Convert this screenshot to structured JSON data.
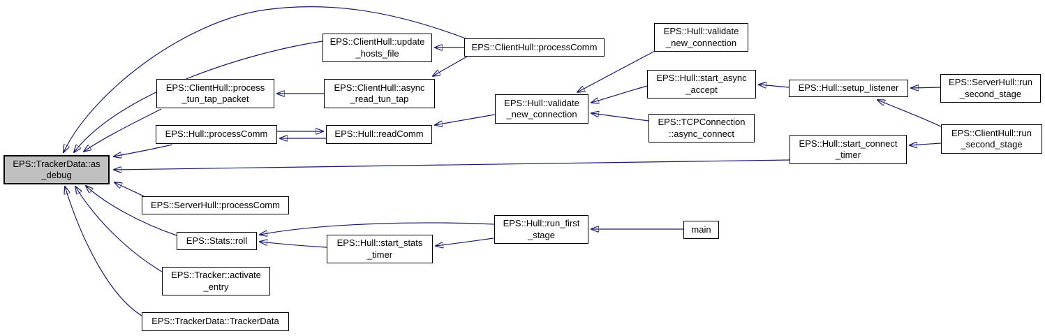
{
  "diagram": {
    "kind": "doxygen-caller-graph",
    "root_function": "EPS::TrackerData::as_debug",
    "colors": {
      "background": "#ffffff",
      "edge": "#191970",
      "node_fill": "#ffffff",
      "node_border": "#000000",
      "root_node_fill": "#c0c0c0"
    },
    "nodes": [
      {
        "id": "as_debug",
        "label": "EPS::TrackerData::as\n_debug"
      },
      {
        "id": "clienthull_update_hosts_file",
        "label": "EPS::ClientHull::update\n_hosts_file"
      },
      {
        "id": "clienthull_processcomm",
        "label": "EPS::ClientHull::processComm"
      },
      {
        "id": "clienthull_process_tun_tap_packet",
        "label": "EPS::ClientHull::process\n_tun_tap_packet"
      },
      {
        "id": "clienthull_async_read_tun_tap",
        "label": "EPS::ClientHull::async\n_read_tun_tap"
      },
      {
        "id": "hull_processcomm",
        "label": "EPS::Hull::processComm"
      },
      {
        "id": "hull_readcomm",
        "label": "EPS::Hull::readComm"
      },
      {
        "id": "hull_validate_new_connection_lower",
        "label": "EPS::Hull::validate\n_new_connection"
      },
      {
        "id": "hull_validate_new_connection_upper",
        "label": "EPS::Hull::validate\n_new_connection"
      },
      {
        "id": "hull_start_async_accept",
        "label": "EPS::Hull::start_async\n_accept"
      },
      {
        "id": "tcpconnection_async_connect",
        "label": "EPS::TCPConnection\n::async_connect"
      },
      {
        "id": "hull_setup_listener",
        "label": "EPS::Hull::setup_listener"
      },
      {
        "id": "serverhull_run_second_stage",
        "label": "EPS::ServerHull::run\n_second_stage"
      },
      {
        "id": "clienthull_run_second_stage",
        "label": "EPS::ClientHull::run\n_second_stage"
      },
      {
        "id": "hull_start_connect_timer",
        "label": "EPS::Hull::start_connect\n_timer"
      },
      {
        "id": "serverhull_processcomm",
        "label": "EPS::ServerHull::processComm"
      },
      {
        "id": "stats_roll",
        "label": "EPS::Stats::roll"
      },
      {
        "id": "tracker_activate_entry",
        "label": "EPS::Tracker::activate\n_entry"
      },
      {
        "id": "trackerdata_trackerdata",
        "label": "EPS::TrackerData::TrackerData"
      },
      {
        "id": "hull_start_stats_timer",
        "label": "EPS::Hull::start_stats\n_timer"
      },
      {
        "id": "hull_run_first_stage",
        "label": "EPS::Hull::run_first\n_stage"
      },
      {
        "id": "main",
        "label": "main"
      }
    ],
    "edges": [
      {
        "from": "clienthull_processcomm",
        "to": "as_debug"
      },
      {
        "from": "clienthull_update_hosts_file",
        "to": "as_debug"
      },
      {
        "from": "clienthull_process_tun_tap_packet",
        "to": "as_debug"
      },
      {
        "from": "hull_processcomm",
        "to": "as_debug"
      },
      {
        "from": "hull_start_connect_timer",
        "to": "as_debug"
      },
      {
        "from": "serverhull_processcomm",
        "to": "as_debug"
      },
      {
        "from": "stats_roll",
        "to": "as_debug"
      },
      {
        "from": "tracker_activate_entry",
        "to": "as_debug"
      },
      {
        "from": "trackerdata_trackerdata",
        "to": "as_debug"
      },
      {
        "from": "clienthull_processcomm",
        "to": "clienthull_update_hosts_file"
      },
      {
        "from": "clienthull_processcomm",
        "to": "clienthull_async_read_tun_tap"
      },
      {
        "from": "clienthull_async_read_tun_tap",
        "to": "clienthull_process_tun_tap_packet"
      },
      {
        "from": "hull_processcomm",
        "to": "hull_readcomm"
      },
      {
        "from": "hull_readcomm",
        "to": "hull_processcomm"
      },
      {
        "from": "hull_validate_new_connection_lower",
        "to": "hull_readcomm"
      },
      {
        "from": "hull_validate_new_connection_upper",
        "to": "hull_validate_new_connection_lower"
      },
      {
        "from": "hull_start_async_accept",
        "to": "hull_validate_new_connection_lower"
      },
      {
        "from": "tcpconnection_async_connect",
        "to": "hull_validate_new_connection_lower"
      },
      {
        "from": "hull_setup_listener",
        "to": "hull_start_async_accept"
      },
      {
        "from": "serverhull_run_second_stage",
        "to": "hull_setup_listener"
      },
      {
        "from": "clienthull_run_second_stage",
        "to": "hull_setup_listener"
      },
      {
        "from": "clienthull_run_second_stage",
        "to": "hull_start_connect_timer"
      },
      {
        "from": "hull_run_first_stage",
        "to": "stats_roll"
      },
      {
        "from": "hull_start_stats_timer",
        "to": "stats_roll"
      },
      {
        "from": "hull_run_first_stage",
        "to": "hull_start_stats_timer"
      },
      {
        "from": "main",
        "to": "hull_run_first_stage"
      }
    ]
  }
}
